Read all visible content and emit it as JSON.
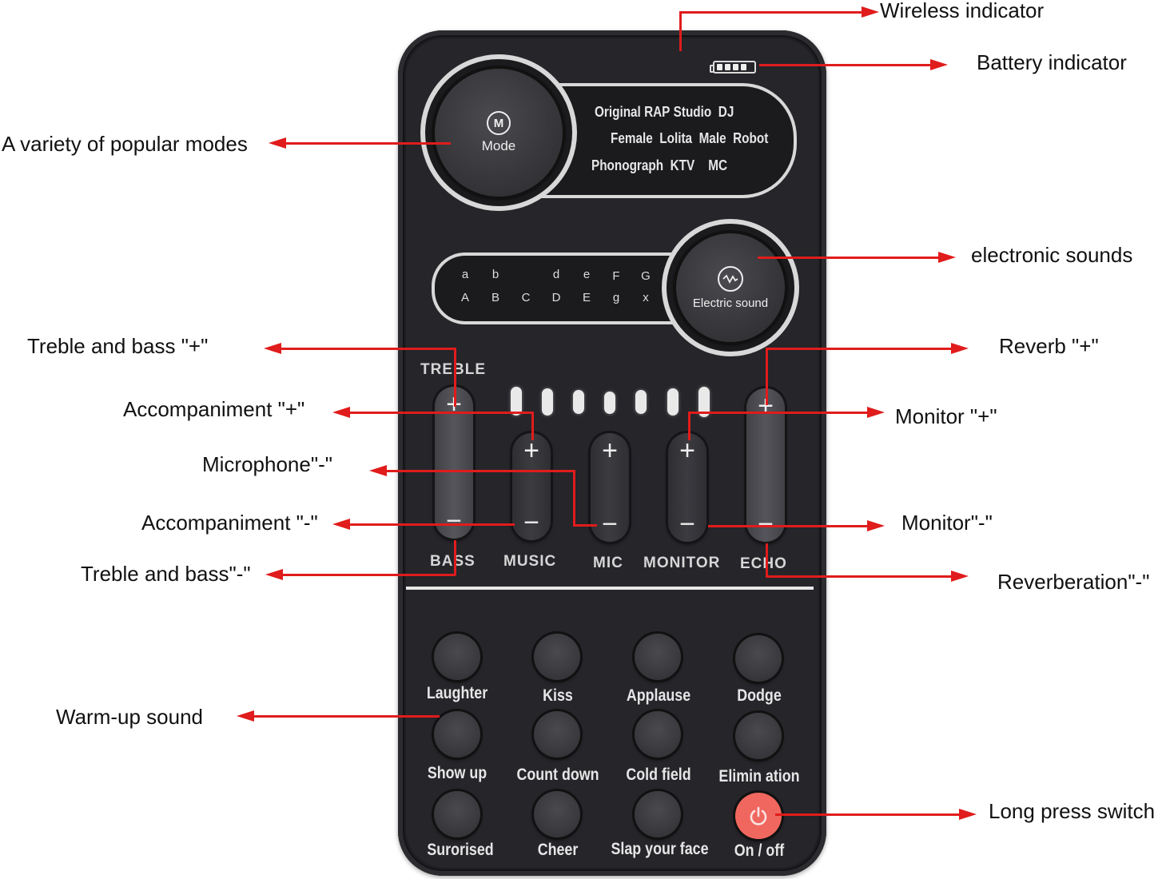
{
  "device": {
    "mode_knob": {
      "icon": "M",
      "label": "Mode"
    },
    "modes": [
      [
        "Original",
        "RAP",
        "Studio",
        "DJ"
      ],
      [
        "Female",
        "Lolita",
        "Male",
        "Robot"
      ],
      [
        "Phonograph",
        "KTV",
        "MC"
      ]
    ],
    "battery": {
      "cells": 4
    },
    "electric_knob": {
      "icon": "wave",
      "label": "Electric sound"
    },
    "electric_letters": {
      "top": [
        "a",
        "b",
        "",
        "d",
        "e",
        "F",
        "G"
      ],
      "bottom": [
        "A",
        "B",
        "C",
        "D",
        "E",
        "g",
        "x"
      ]
    },
    "sliders": {
      "treble_label": "TREBLE",
      "labels": [
        "BASS",
        "MUSIC",
        "MIC",
        "MONITOR",
        "ECHO"
      ],
      "plus": "+",
      "minus": "−",
      "led_count": 7
    },
    "warmup_buttons": [
      "Laughter",
      "Kiss",
      "Applause",
      "Dodge",
      "Show up",
      "Count down",
      "Cold field",
      "Elimin ation",
      "Surorised",
      "Cheer",
      "Slap your face",
      "On / off"
    ],
    "colors": {
      "body": "#1e1e22",
      "accent_ring": "#d8d8d8",
      "power_button": "#f0675f",
      "annotation_line": "#e01c1c"
    }
  },
  "annotations": {
    "wireless": "Wireless indicator",
    "battery": "Battery indicator",
    "modes": "A variety of popular modes",
    "electronic": "electronic sounds",
    "treble_plus": "Treble and bass \"+\"",
    "reverb_plus": "Reverb \"+\"",
    "accomp_plus": "Accompaniment \"+\"",
    "monitor_plus": "Monitor \"+\"",
    "mic_minus": "Microphone\"-\"",
    "accomp_minus": "Accompaniment \"-\"",
    "monitor_minus": "Monitor\"-\"",
    "treble_minus": "Treble and bass\"-\"",
    "reverb_minus": "Reverberation\"-\"",
    "warmup": "Warm-up sound",
    "power": "Long press switch"
  }
}
